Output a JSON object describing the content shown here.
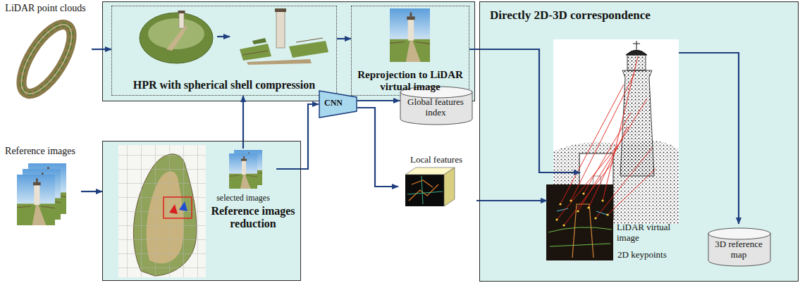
{
  "diagram": {
    "nodes": [
      {
        "text": [
          "LiDAR point clouds"
        ]
      },
      {
        "text": [
          "HPR with spherical shell compression"
        ]
      },
      {
        "text": [
          "Reprojection to LiDAR virtual image"
        ]
      },
      {
        "text": [
          "Reference images"
        ]
      },
      {
        "text": [
          "Reference images reduction"
        ]
      },
      {
        "text": [
          "selected images"
        ],
        "in": 4
      },
      {
        "text": [
          "CNN"
        ]
      },
      {
        "text": [
          "Global features index"
        ]
      },
      {
        "text": [
          "Local features"
        ]
      },
      {
        "text": [
          "Directly 2D-3D correspondence"
        ]
      },
      {
        "text": [
          "LiDAR virtual image"
        ],
        "in": 9
      },
      {
        "text": [
          "2D keypoints"
        ],
        "in": 9
      },
      {
        "text": [
          "3D reference map"
        ],
        "in": 9
      }
    ],
    "edges": [
      {
        "from": 0,
        "to": 1,
        "arrow": "to"
      },
      {
        "from": 1,
        "to": 2,
        "arrow": "to"
      },
      {
        "from": 3,
        "to": 4,
        "arrow": "to"
      },
      {
        "from": 5,
        "to": 1,
        "arrow": "to"
      },
      {
        "from": 5,
        "to": 6,
        "arrow": "to"
      },
      {
        "from": 6,
        "to": 7,
        "arrow": "to"
      },
      {
        "from": 6,
        "to": 8,
        "arrow": "to"
      },
      {
        "from": 8,
        "to": 11,
        "arrow": "to"
      },
      {
        "from": 2,
        "to": 10,
        "arrow": "to"
      }
    ]
  }
}
